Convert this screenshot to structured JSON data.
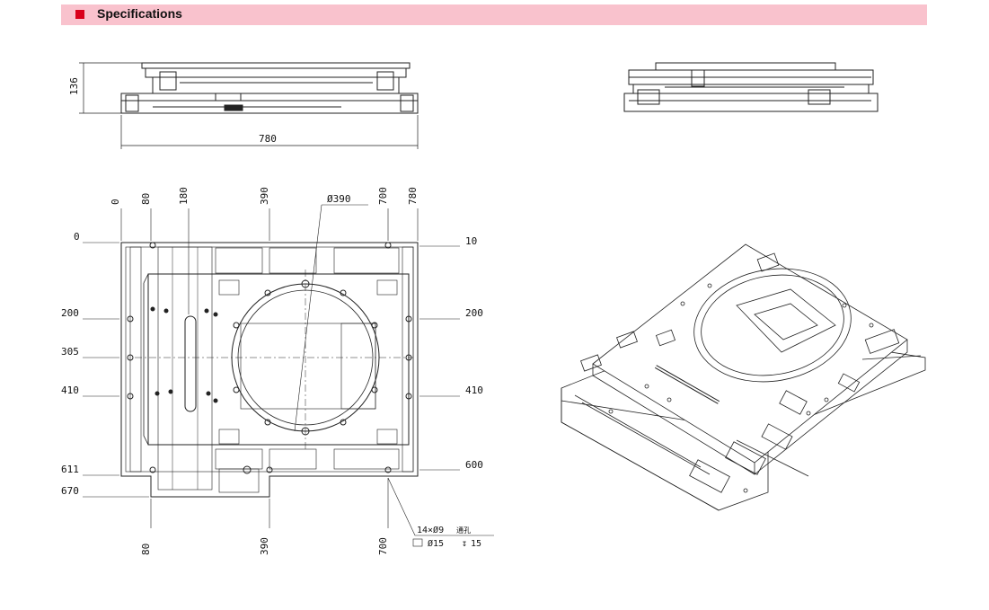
{
  "header": {
    "title": "Specifications",
    "accent": "#d9001b",
    "bar_color": "#f9c2cd"
  },
  "side_view": {
    "height_label": "136",
    "width_label": "780"
  },
  "top_view": {
    "top_labels": [
      "0",
      "80",
      "180",
      "390",
      "700",
      "780"
    ],
    "bottom_labels": [
      "80",
      "390",
      "700"
    ],
    "left_labels": [
      "0",
      "200",
      "305",
      "410",
      "611",
      "670"
    ],
    "right_labels": [
      "10",
      "200",
      "410",
      "600"
    ],
    "diameter_label": "Ø390",
    "hole_note": "14×Ø9",
    "hole_note_suffix": "通孔",
    "counterbore_note": "Ø15",
    "depth_note": "15"
  }
}
